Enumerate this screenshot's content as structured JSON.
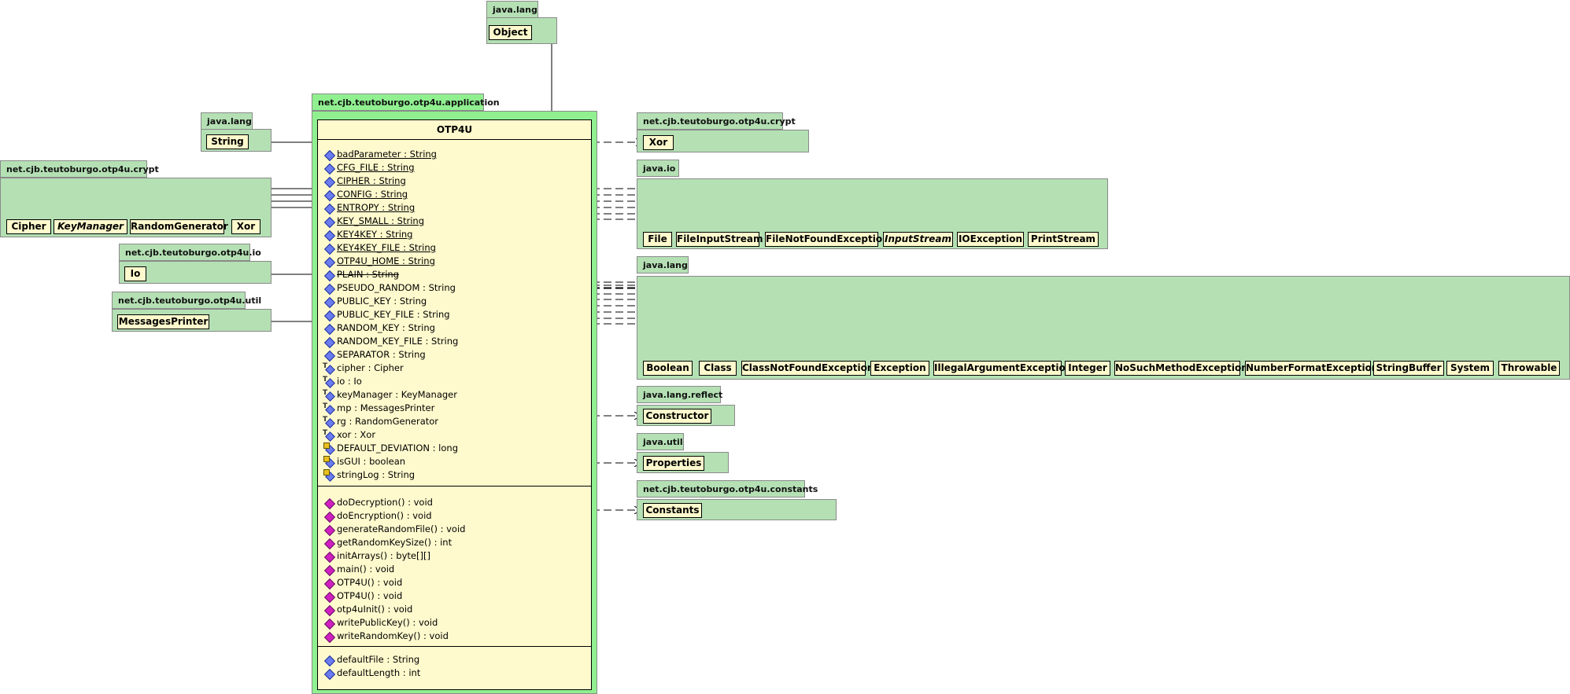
{
  "main_package": "net.cjb.teutoburgo.otp4u.application",
  "main_class": {
    "name": "OTP4U",
    "attributes": [
      {
        "text": "badParameter : String",
        "kind": "field",
        "style": "static"
      },
      {
        "text": "CFG_FILE : String",
        "kind": "field",
        "style": "static"
      },
      {
        "text": "CIPHER : String",
        "kind": "field",
        "style": "static"
      },
      {
        "text": "CONFIG : String",
        "kind": "field",
        "style": "static"
      },
      {
        "text": "ENTROPY : String",
        "kind": "field",
        "style": "static"
      },
      {
        "text": "KEY_SMALL : String",
        "kind": "field",
        "style": "static"
      },
      {
        "text": "KEY4KEY : String",
        "kind": "field",
        "style": "static"
      },
      {
        "text": "KEY4KEY_FILE : String",
        "kind": "field",
        "style": "static"
      },
      {
        "text": "OTP4U_HOME : String",
        "kind": "field",
        "style": "static"
      },
      {
        "text": "PLAIN : String",
        "kind": "field",
        "style": "strike"
      },
      {
        "text": "PSEUDO_RANDOM : String",
        "kind": "field",
        "style": "plain"
      },
      {
        "text": "PUBLIC_KEY : String",
        "kind": "field",
        "style": "plain"
      },
      {
        "text": "PUBLIC_KEY_FILE : String",
        "kind": "field",
        "style": "plain"
      },
      {
        "text": "RANDOM_KEY : String",
        "kind": "field",
        "style": "plain"
      },
      {
        "text": "RANDOM_KEY_FILE : String",
        "kind": "field",
        "style": "plain"
      },
      {
        "text": "SEPARATOR : String",
        "kind": "field",
        "style": "plain"
      },
      {
        "text": "cipher : Cipher",
        "kind": "protected",
        "style": "plain"
      },
      {
        "text": "io : Io",
        "kind": "protected",
        "style": "plain"
      },
      {
        "text": "keyManager : KeyManager",
        "kind": "protected",
        "style": "plain"
      },
      {
        "text": "mp : MessagesPrinter",
        "kind": "protected",
        "style": "plain"
      },
      {
        "text": "rg : RandomGenerator",
        "kind": "protected",
        "style": "plain"
      },
      {
        "text": "xor : Xor",
        "kind": "protected",
        "style": "plain"
      },
      {
        "text": "DEFAULT_DEVIATION : long",
        "kind": "private",
        "style": "plain"
      },
      {
        "text": "isGUI : boolean",
        "kind": "private",
        "style": "plain"
      },
      {
        "text": "stringLog : String",
        "kind": "private",
        "style": "plain"
      }
    ],
    "operations": [
      {
        "text": "doDecryption() : void",
        "kind": "method",
        "style": "plain"
      },
      {
        "text": "doEncryption() : void",
        "kind": "method",
        "style": "plain"
      },
      {
        "text": "generateRandomFile() : void",
        "kind": "method",
        "style": "plain"
      },
      {
        "text": "getRandomKeySize() : int",
        "kind": "method",
        "style": "plain"
      },
      {
        "text": "initArrays() : byte[][]",
        "kind": "method",
        "style": "plain"
      },
      {
        "text": "main() : void",
        "kind": "method",
        "style": "plain"
      },
      {
        "text": "OTP4U() : void",
        "kind": "method",
        "style": "plain"
      },
      {
        "text": "OTP4U() : void",
        "kind": "method",
        "style": "plain"
      },
      {
        "text": "otp4uInit() : void",
        "kind": "method",
        "style": "plain"
      },
      {
        "text": "writePublicKey() : void",
        "kind": "method",
        "style": "plain"
      },
      {
        "text": "writeRandomKey() : void",
        "kind": "method",
        "style": "plain"
      }
    ],
    "extra": [
      {
        "text": "defaultFile : String",
        "kind": "field",
        "style": "plain"
      },
      {
        "text": "defaultLength : int",
        "kind": "field",
        "style": "plain"
      }
    ]
  },
  "packages": {
    "lang_object": {
      "name": "java.lang",
      "classes": [
        "Object"
      ]
    },
    "lang_string": {
      "name": "java.lang",
      "classes": [
        "String"
      ]
    },
    "crypt_left": {
      "name": "net.cjb.teutoburgo.otp4u.crypt",
      "classes": [
        "Cipher",
        "KeyManager",
        "RandomGenerator",
        "Xor"
      ]
    },
    "otp_io": {
      "name": "net.cjb.teutoburgo.otp4u.io",
      "classes": [
        "Io"
      ]
    },
    "otp_util": {
      "name": "net.cjb.teutoburgo.otp4u.util",
      "classes": [
        "MessagesPrinter"
      ]
    },
    "crypt_right": {
      "name": "net.cjb.teutoburgo.otp4u.crypt",
      "classes": [
        "Xor"
      ]
    },
    "java_io": {
      "name": "java.io",
      "classes": [
        "File",
        "FileInputStream",
        "FileNotFoundException",
        "InputStream",
        "IOException",
        "PrintStream"
      ]
    },
    "java_lang": {
      "name": "java.lang",
      "classes": [
        "Boolean",
        "Class",
        "ClassNotFoundException",
        "Exception",
        "IllegalArgumentException",
        "Integer",
        "NoSuchMethodException",
        "NumberFormatException",
        "StringBuffer",
        "System",
        "Throwable"
      ]
    },
    "lang_reflect": {
      "name": "java.lang.reflect",
      "classes": [
        "Constructor"
      ]
    },
    "java_util": {
      "name": "java.util",
      "classes": [
        "Properties"
      ]
    },
    "constants": {
      "name": "net.cjb.teutoburgo.otp4u.constants",
      "classes": [
        "Constants"
      ]
    }
  },
  "colors": {
    "package": "#b4e0b4",
    "package_main": "#90f090",
    "class_fill": "#fffacd"
  }
}
